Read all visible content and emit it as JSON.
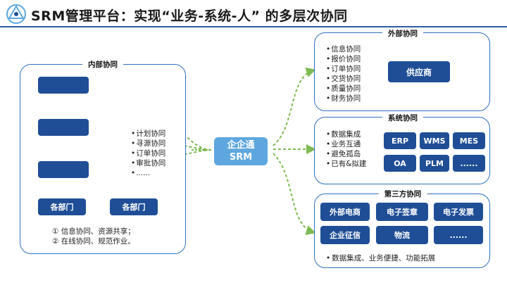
{
  "header": {
    "title": "SRM管理平台：实现“业务-系统-人” 的多层次协同"
  },
  "internal": {
    "label": "内部协同",
    "items": [
      "计划协同",
      "寻源协同",
      "订单协同",
      "审批协同",
      "......"
    ],
    "departments": [
      "各部门",
      "各部门"
    ],
    "notes": [
      "①  信息协同、资源共享；",
      "②  在线协同、规范作业。"
    ]
  },
  "center": {
    "line1": "企企通",
    "line2": "SRM"
  },
  "external": {
    "label": "外部协同",
    "items": [
      "信息协同",
      "报价协同",
      "订单协同",
      "交货协同",
      "质量协同",
      "财务协同"
    ],
    "supplier": "供应商"
  },
  "system": {
    "label": "系统协同",
    "items": [
      "数据集成",
      "业务互通",
      "避免孤岛",
      "已有&拟建"
    ],
    "systems": [
      "ERP",
      "WMS",
      "MES",
      "OA",
      "PLM",
      "......"
    ]
  },
  "third_party": {
    "label": "第三方协同",
    "services": [
      "外部电商",
      "电子签章",
      "电子发票",
      "企业征信",
      "物流",
      "......"
    ],
    "footer": "数据集成、业务便捷、功能拓展"
  },
  "colors": {
    "primary": "#1f4e96",
    "accent": "#5ea7de",
    "border": "#2f6fc0",
    "arrow": "#7dbb52"
  }
}
